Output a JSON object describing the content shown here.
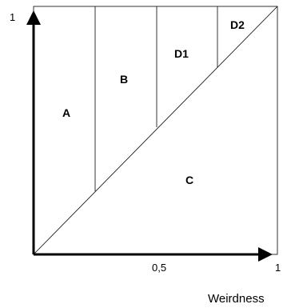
{
  "diagram": {
    "y_axis": {
      "max_label": "1"
    },
    "x_axis": {
      "mid_label": "0,5",
      "max_label": "1",
      "title": "Weirdness"
    },
    "regions": {
      "a": "A",
      "b": "B",
      "c": "C",
      "d1": "D1",
      "d2": "D2"
    },
    "colors": {
      "line": "#000000",
      "background": "#ffffff"
    }
  }
}
